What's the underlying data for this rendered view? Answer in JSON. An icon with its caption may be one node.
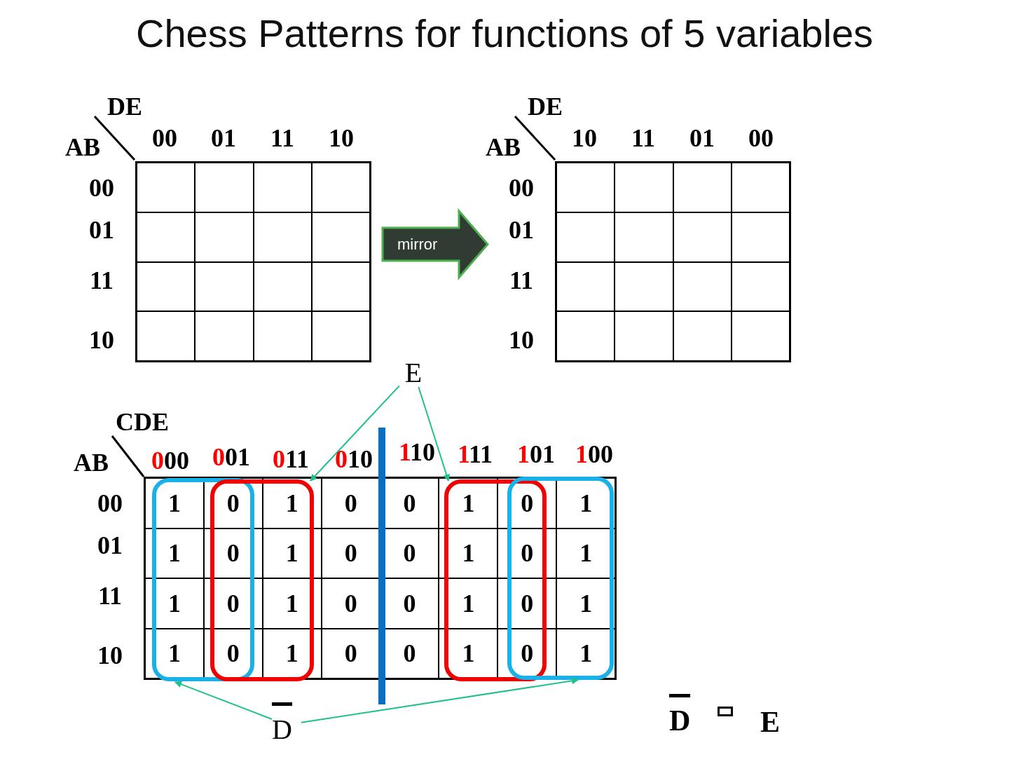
{
  "diagram": {
    "title": "Chess Patterns for functions of 5 variables",
    "nodes": [
      {
        "text": [
          "mirror"
        ]
      },
      {
        "text": [
          "E"
        ]
      },
      {
        "text": [],
        "shape": "box"
      },
      {
        "text": [],
        "shape": "box"
      },
      {
        "text": [],
        "shape": "box"
      },
      {
        "text": [],
        "shape": "box"
      },
      {
        "text": [
          "D"
        ]
      }
    ],
    "edges": [
      {
        "from": 1,
        "to": 3,
        "arrow": "to"
      },
      {
        "from": 1,
        "to": 4,
        "arrow": "to"
      },
      {
        "from": 6,
        "to": 2,
        "arrow": "to"
      },
      {
        "from": 6,
        "to": 5,
        "arrow": "to"
      }
    ],
    "labels": [
      "DE",
      "AB",
      "00",
      "01",
      "11",
      "10",
      "00",
      "01",
      "11",
      "10",
      "DE",
      "AB",
      "10",
      "11",
      "01",
      "00",
      "00",
      "01",
      "11",
      "10",
      "CDE",
      "AB",
      "000",
      "001",
      "011",
      "010",
      "110",
      "111",
      "101",
      "100",
      "00",
      "01",
      "11",
      "10",
      "1",
      "0",
      "1",
      "0",
      "0",
      "1",
      "0",
      "1",
      "1",
      "0",
      "1",
      "0",
      "0",
      "1",
      "0",
      "1",
      "1",
      "0",
      "1",
      "0",
      "0",
      "1",
      "0",
      "1",
      "1",
      "0",
      "1",
      "0",
      "0",
      "1",
      "0",
      "1",
      "D",
      "E"
    ]
  }
}
